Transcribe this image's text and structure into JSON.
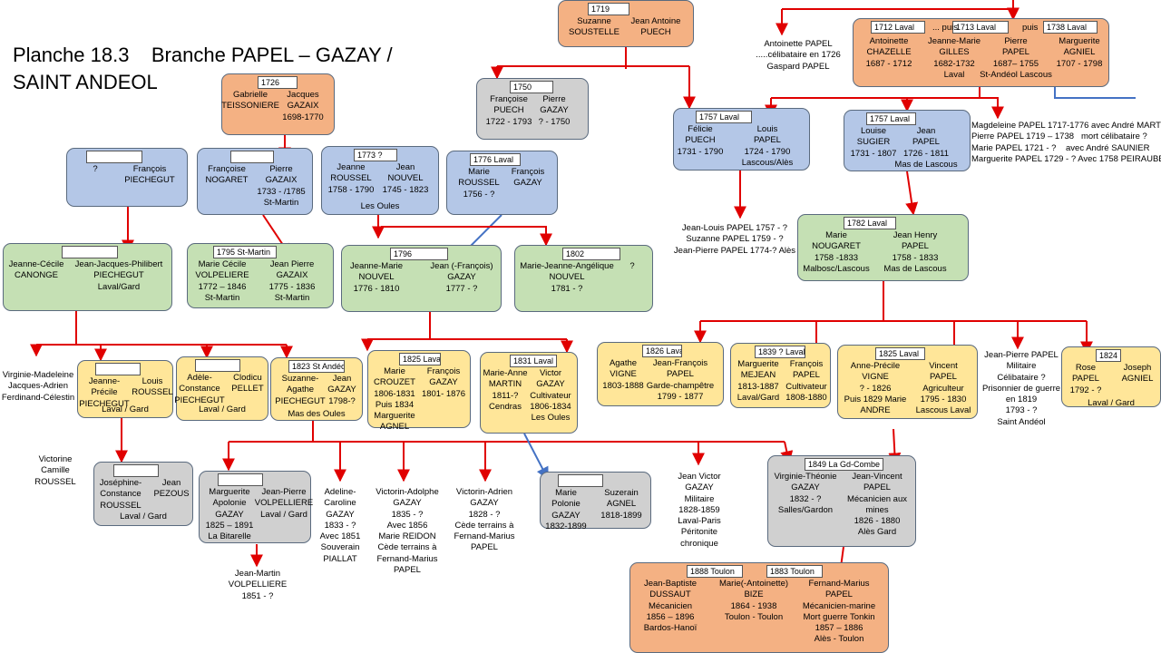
{
  "title": "Planche 18.3    Branche PAPEL – GAZAY /\nSAINT ANDEOL",
  "colors": {
    "orange": "#f4b183",
    "blue": "#b4c7e7",
    "green": "#c5e0b4",
    "gray": "#d0d0d0",
    "yellow": "#ffe699",
    "line": "#e00000",
    "link": "#4472c4"
  },
  "boxes": [
    {
      "label": "1719",
      "cols": [
        "Suzanne\nSOUSTELLE",
        "Jean Antoine\nPUECH"
      ]
    },
    {
      "label": "1712 Laval",
      "cols": [
        "Antoinette\nCHAZELLE\n1687 - 1712"
      ]
    },
    {
      "label": "1713 Laval",
      "cols": [
        "Jeanne-Marie\nGILLES\n1682-1732\nLaval",
        "Pierre\nPAPEL\n1687– 1755\nSt-Andéol Lascous"
      ]
    },
    {
      "label": "1738 Laval",
      "cols": [
        "Marguerite\nAGNIEL\n1707 - 1798"
      ]
    },
    {
      "label": "1726",
      "cols": [
        "Gabrielle\nTEISSONIERE",
        "Jacques\nGAZAIX\n1698-1770"
      ]
    },
    {
      "label": "1750",
      "cols": [
        "Françoise\nPUECH\n1722 - 1793",
        "Pierre\nGAZAY\n? - 1750"
      ]
    },
    {
      "label": "1757 Laval",
      "cols": [
        "Félicie\nPUECH\n1731 - 1790",
        "Louis\nPAPEL\n1724 - 1790\nLascous/Alès"
      ]
    },
    {
      "label": "1757 Laval",
      "cols": [
        "Louise\nSUGIER\n1731 - 1807",
        "Jean\nPAPEL\n1726 - 1811\nMas de Lascous"
      ]
    },
    {
      "label": "",
      "cols": [
        "?",
        "François\nPIECHEGUT"
      ]
    },
    {
      "label": "",
      "cols": [
        "Françoise\nNOGARET",
        "Pierre\nGAZAIX\n1733 - /1785\nSt-Martin"
      ]
    },
    {
      "label": "1773 ?",
      "cols": [
        "Jeanne\nROUSSEL\n1758 - 1790",
        "Jean\nNOUVEL\n1745 - 1823"
      ],
      "foot": "Les Oules"
    },
    {
      "label": "1776 Laval",
      "cols": [
        "Marie\nROUSSEL\n1756 - ?",
        "François\nGAZAY"
      ]
    },
    {
      "label": "1782 Laval",
      "cols": [
        "Marie\nNOUGARET\n1758 -1833\nMalbosc/Lascous",
        "Jean Henry\nPAPEL\n1758 - 1833\nMas de Lascous"
      ]
    },
    {
      "label": "",
      "cols": [
        "Jeanne-Cécile\nCANONGE",
        "Jean-Jacques-Philibert\nPIECHEGUT\nLaval/Gard"
      ]
    },
    {
      "label": "1795 St-Martin",
      "cols": [
        "Marie Cécile\nVOLPELIERE\n1772 – 1846\nSt-Martin",
        "Jean Pierre\nGAZAIX\n1775 - 1836\nSt-Martin"
      ]
    },
    {
      "label": "1796",
      "cols": [
        "Jeanne-Marie\nNOUVEL\n1776 - 1810",
        "Jean (-François)\nGAZAY\n1777 - ?"
      ]
    },
    {
      "label": "1802",
      "cols": [
        "Marie-Jeanne-Angélique\nNOUVEL\n1781 - ?",
        "?"
      ]
    },
    {
      "label": "",
      "cols": [
        "Jeanne-\nPrécile\nPIECHEGUT",
        "Louis\nROUSSEL"
      ],
      "foot": "Laval / Gard"
    },
    {
      "label": "",
      "cols": [
        "Adèle-\nConstance\nPIECHEGUT",
        "Clodicu\nPELLET"
      ],
      "foot": "Laval / Gard"
    },
    {
      "label": "1823 St Andéol",
      "cols": [
        "Suzanne-\nAgathe\nPIECHEGUT",
        "Jean\nGAZAY\n1798-?"
      ],
      "foot": "Mas des Oules"
    },
    {
      "label": "1825 Laval",
      "cols": [
        "Marie\nCROUZET\n1806-1831\nPuis 1834\nMarguerite\nAGNEL",
        "François\nGAZAY\n1801- 1876"
      ]
    },
    {
      "label": "1831 Laval",
      "cols": [
        "Marie-Anne\nMARTIN\n1811-?\nCendras",
        "Victor\nGAZAY\nCultivateur\n1806-1834\nLes Oules"
      ]
    },
    {
      "label": "1826 Laval",
      "cols": [
        "Agathe\nVIGNE\n1803-1888",
        "Jean-François\nPAPEL\nGarde-champêtre\n1799 - 1877"
      ]
    },
    {
      "label": "1839 ? Laval",
      "cols": [
        "Marguerite\nMEJEAN\n1813-1887\nLaval/Gard",
        "François\nPAPEL\nCultivateur\n1808-1880"
      ]
    },
    {
      "label": "1825 Laval",
      "cols": [
        "Anne-Précile\nVIGNE\n? - 1826\nPuis 1829 Marie\nANDRE",
        "Vincent\nPAPEL\nAgriculteur\n1795 - 1830\nLascous Laval"
      ]
    },
    {
      "label": "1824",
      "cols": [
        "Rose\nPAPEL\n1792 - ?",
        "Joseph\nAGNIEL"
      ],
      "foot": "Laval / Gard"
    },
    {
      "label": "",
      "cols": [
        "Joséphine-\nConstance\nROUSSEL",
        "Jean\nPEZOUS"
      ],
      "foot": "Laval / Gard"
    },
    {
      "label": "",
      "cols": [
        "Marguerite\nApolonie\nGAZAY\n1825 – 1891\nLa Bitarelle",
        "Jean-Pierre\nVOLPELLIERE\nLaval / Gard"
      ]
    },
    {
      "label": "",
      "cols": [
        "Marie\nPolonie\nGAZAY\n1832-1899",
        "Suzerain\nAGNEL\n1818-1899"
      ]
    },
    {
      "label": "1849 La Gd-Combe",
      "cols": [
        "Virginie-Théonie\nGAZAY\n1832 - ?\nSalles/Gardon",
        "Jean-Vincent\nPAPEL\nMécanicien aux\nmines\n1826 - 1880\nAlès Gard"
      ]
    },
    {
      "label": "1888 Toulon",
      "label2": "1883 Toulon",
      "cols": [
        "Jean-Baptiste\nDUSSAUT\nMécanicien\n1856 – 1896\nBardos-Hanoï",
        "Marie(-Antoinette)\nBIZE\n1864 - 1938\nToulon - Toulon",
        "Fernand-Marius\nPAPEL\nMécanicien-marine\nMort guerre Tonkin\n1857 – 1886\nAlès - Toulon"
      ]
    }
  ],
  "puis": [
    "... puis",
    "puis"
  ],
  "texts": [
    "Antoinette PAPEL\n.....célibataire en 1726\nGaspard PAPEL",
    "Magdeleine PAPEL 1717-1776 avec André MART\nPierre PAPEL 1719 – 1738   mort célibataire ?\nMarie PAPEL 1721 - ?    avec André SAUNIER\nMarguerite PAPEL 1729 - ? Avec 1758 PEIRAUBE",
    "Jean-Louis PAPEL 1757 - ?\nSuzanne PAPEL 1759 - ?\nJean-Pierre PAPEL 1774-? Alès",
    "Virginie-Madeleine\nJacques-Adrien\nFerdinand-Célestin",
    "Victorine\nCamille\nROUSSEL",
    "Jean-Martin\nVOLPELLIERE\n1851 - ?",
    "Adeline-\nCaroline\nGAZAY\n1833 - ?\nAvec 1851\nSouverain\nPIALLAT",
    "Victorin-Adolphe\nGAZAY\n1835 - ?\nAvec 1856\nMarie REIDON\nCède terrains à\nFernand-Marius\nPAPEL",
    "Victorin-Adrien\nGAZAY\n1828 - ?\nCède terrains à\nFernand-Marius\nPAPEL",
    "Jean Victor\nGAZAY\nMilitaire\n1828-1859\nLaval-Paris\nPéritonite\nchronique",
    "Jean-Pierre PAPEL\nMilitaire\nCélibataire ?\nPrisonnier de guerre\nen 1819\n1793 - ?\nSaint Andéol"
  ]
}
